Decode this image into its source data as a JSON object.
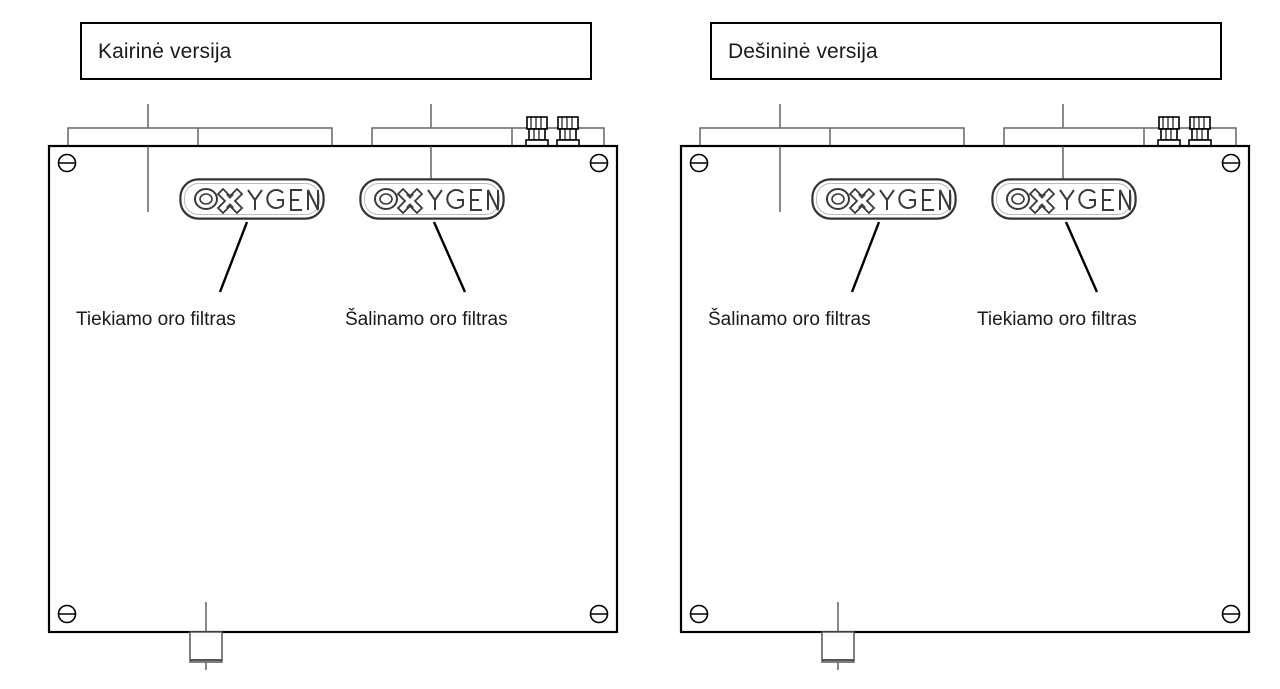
{
  "diagram": {
    "kind": "technical-line-drawing",
    "description": "Front view of a ventilation / heat-recovery unit, shown in left-handed and right-handed versions with filter access positions labelled.",
    "language": "lt",
    "stroke_color": "#000000",
    "rail_color": "#6e6e6e",
    "background": "#ffffff"
  },
  "panels": [
    {
      "id": "left-version",
      "title": "Kairinė versija",
      "badges": [
        {
          "id": "badge-left",
          "text": "OXYGEN"
        },
        {
          "id": "badge-right",
          "text": "OXYGEN"
        }
      ],
      "callouts": [
        {
          "id": "callout-supply",
          "label": "Tiekiamo oro filtras"
        },
        {
          "id": "callout-exhaust",
          "label": "Šalinamo oro filtras"
        }
      ]
    },
    {
      "id": "right-version",
      "title": "Dešininė versija",
      "badges": [
        {
          "id": "badge-left",
          "text": "OXYGEN"
        },
        {
          "id": "badge-right",
          "text": "OXYGEN"
        }
      ],
      "callouts": [
        {
          "id": "callout-exhaust",
          "label": "Šalinamo oro filtras"
        },
        {
          "id": "callout-supply",
          "label": "Tiekiamo oro filtras"
        }
      ]
    }
  ],
  "components": {
    "corner_screw": "slotted-screw-icon",
    "cable_gland": "cable-gland-icon",
    "drain_spigot": "drain-spigot-icon",
    "top_rail": "top-rail",
    "centre_mark": "centre-line-mark"
  }
}
